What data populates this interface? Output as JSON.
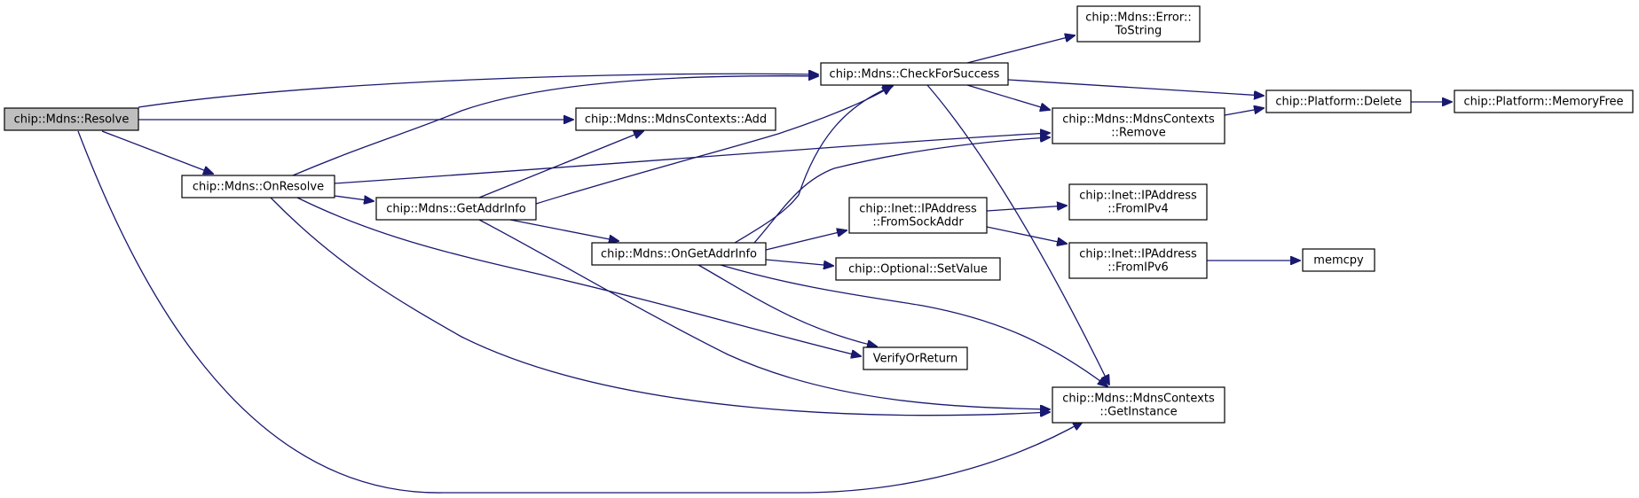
{
  "graph": {
    "title": "",
    "edge_color": "#191970",
    "root_fill": "#bfbfbf",
    "nodes": [
      {
        "id": "resolve",
        "lines": [
          "chip::Mdns::Resolve"
        ],
        "root": true
      },
      {
        "id": "onresolve",
        "lines": [
          "chip::Mdns::OnResolve"
        ]
      },
      {
        "id": "getaddrinfo",
        "lines": [
          "chip::Mdns::GetAddrInfo"
        ]
      },
      {
        "id": "ongetaddrinfo",
        "lines": [
          "chip::Mdns::OnGetAddrInfo"
        ]
      },
      {
        "id": "add",
        "lines": [
          "chip::Mdns::MdnsContexts::Add"
        ]
      },
      {
        "id": "checkforsuccess",
        "lines": [
          "chip::Mdns::CheckForSuccess"
        ]
      },
      {
        "id": "tostring",
        "lines": [
          "chip::Mdns::Error::",
          "ToString"
        ]
      },
      {
        "id": "remove",
        "lines": [
          "chip::Mdns::MdnsContexts",
          "::Remove"
        ]
      },
      {
        "id": "delete",
        "lines": [
          "chip::Platform::Delete"
        ]
      },
      {
        "id": "memoryfree",
        "lines": [
          "chip::Platform::MemoryFree"
        ]
      },
      {
        "id": "fromsockaddr",
        "lines": [
          "chip::Inet::IPAddress",
          "::FromSockAddr"
        ]
      },
      {
        "id": "fromipv4",
        "lines": [
          "chip::Inet::IPAddress",
          "::FromIPv4"
        ]
      },
      {
        "id": "fromipv6",
        "lines": [
          "chip::Inet::IPAddress",
          "::FromIPv6"
        ]
      },
      {
        "id": "memcpy",
        "lines": [
          "memcpy"
        ]
      },
      {
        "id": "setvalue",
        "lines": [
          "chip::Optional::SetValue"
        ]
      },
      {
        "id": "verifyorreturn",
        "lines": [
          "VerifyOrReturn"
        ]
      },
      {
        "id": "getinstance",
        "lines": [
          "chip::Mdns::MdnsContexts",
          "::GetInstance"
        ]
      }
    ],
    "edges": [
      {
        "from": "resolve",
        "to": "checkforsuccess"
      },
      {
        "from": "resolve",
        "to": "add"
      },
      {
        "from": "resolve",
        "to": "onresolve"
      },
      {
        "from": "resolve",
        "to": "getinstance"
      },
      {
        "from": "onresolve",
        "to": "checkforsuccess"
      },
      {
        "from": "onresolve",
        "to": "remove"
      },
      {
        "from": "onresolve",
        "to": "getaddrinfo"
      },
      {
        "from": "onresolve",
        "to": "verifyorreturn"
      },
      {
        "from": "onresolve",
        "to": "getinstance"
      },
      {
        "from": "getaddrinfo",
        "to": "add"
      },
      {
        "from": "getaddrinfo",
        "to": "checkforsuccess"
      },
      {
        "from": "getaddrinfo",
        "to": "ongetaddrinfo"
      },
      {
        "from": "getaddrinfo",
        "to": "getinstance"
      },
      {
        "from": "ongetaddrinfo",
        "to": "checkforsuccess"
      },
      {
        "from": "ongetaddrinfo",
        "to": "remove"
      },
      {
        "from": "ongetaddrinfo",
        "to": "fromsockaddr"
      },
      {
        "from": "ongetaddrinfo",
        "to": "setvalue"
      },
      {
        "from": "ongetaddrinfo",
        "to": "verifyorreturn"
      },
      {
        "from": "ongetaddrinfo",
        "to": "getinstance"
      },
      {
        "from": "checkforsuccess",
        "to": "tostring"
      },
      {
        "from": "checkforsuccess",
        "to": "delete"
      },
      {
        "from": "checkforsuccess",
        "to": "remove"
      },
      {
        "from": "checkforsuccess",
        "to": "getinstance"
      },
      {
        "from": "remove",
        "to": "delete"
      },
      {
        "from": "delete",
        "to": "memoryfree"
      },
      {
        "from": "fromsockaddr",
        "to": "fromipv4"
      },
      {
        "from": "fromsockaddr",
        "to": "fromipv6"
      },
      {
        "from": "fromipv6",
        "to": "memcpy"
      }
    ]
  }
}
